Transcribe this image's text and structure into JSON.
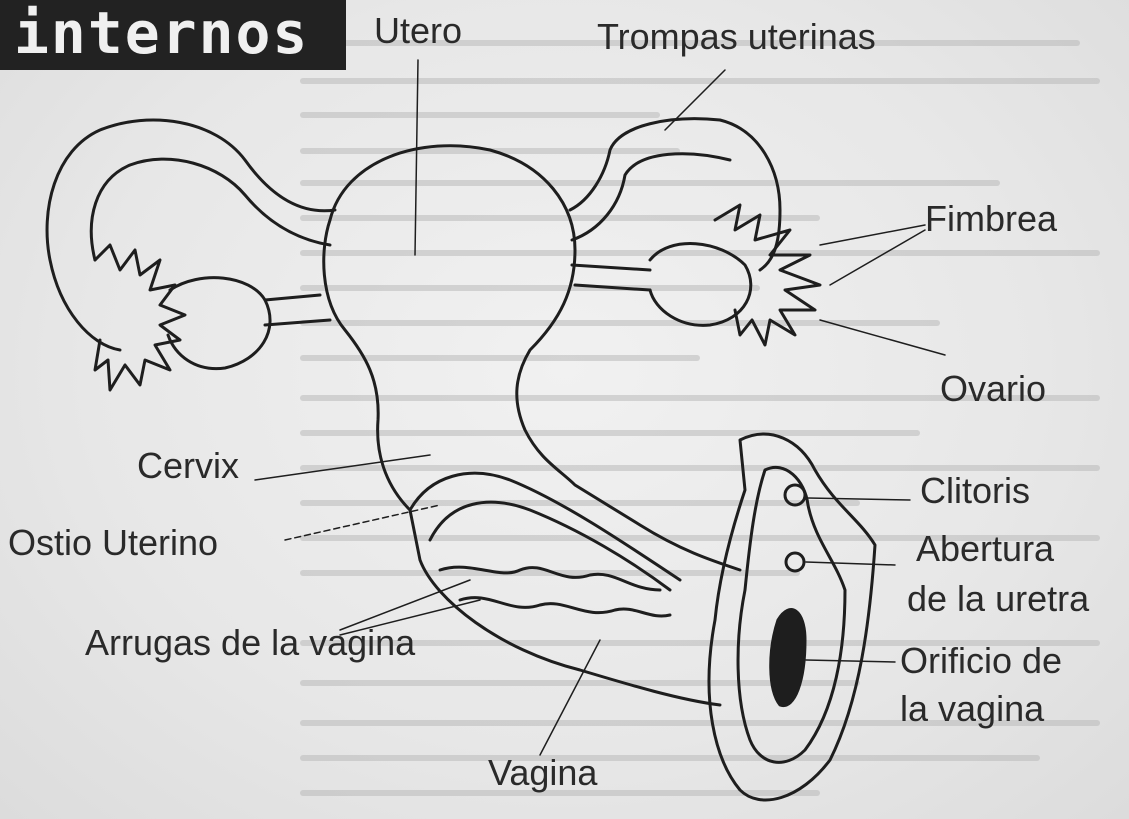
{
  "title": "internos",
  "labels": {
    "utero": "Utero",
    "trompas": "Trompas uterinas",
    "fimbrea": "Fimbrea",
    "ovario": "Ovario",
    "cervix": "Cervix",
    "ostio": "Ostio Uterino",
    "arrugas": "Arrugas de la vagina",
    "vagina": "Vagina",
    "clitoris": "Clitoris",
    "abertura_1": "Abertura",
    "abertura_2": "de la uretra",
    "orificio_1": "Orificio de",
    "orificio_2": "la vagina"
  }
}
